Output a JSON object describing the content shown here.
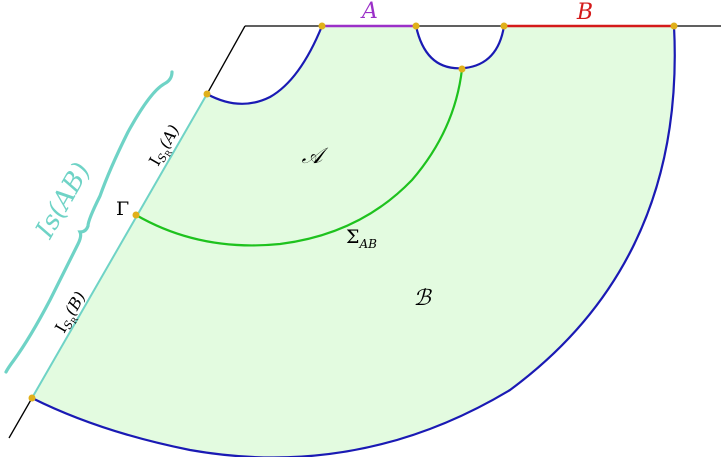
{
  "labels": {
    "segment_a": "A",
    "segment_b": "B",
    "region_a": "𝒜",
    "region_b": "ℬ",
    "gamma": "Γ",
    "sigma_main": "Σ",
    "sigma_sub": "AB",
    "is_a_main": "I",
    "is_a_sub": "S",
    "is_a_subsub": "R",
    "is_a_arg": "(A)",
    "is_b_main": "I",
    "is_b_sub": "S",
    "is_b_subsub": "R",
    "is_b_arg": "(B)",
    "is_ab": "Is(AB)"
  },
  "colors": {
    "region_fill": "#e3fbe0",
    "boundary": "#1a1ab4",
    "segment_a": "#9b30c8",
    "segment_b": "#d41a1a",
    "sigma_curve": "#1ec21e",
    "is_line": "#6fd3c6",
    "brace": "#6fd3c6",
    "point": "#e0b01a",
    "axis": "#000000"
  }
}
